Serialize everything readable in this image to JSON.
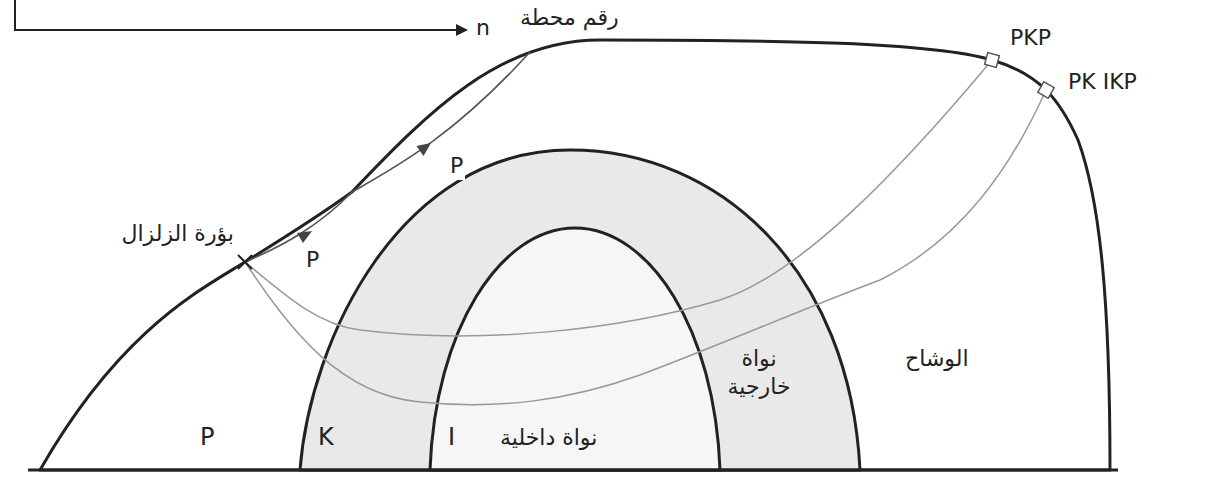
{
  "diagram": {
    "nodes": [
      {
        "text": [
          "P",
          "الوشاح"
        ]
      },
      {
        "text": [
          "K",
          "نواة خارجية"
        ],
        "in": 0
      },
      {
        "text": [
          "I",
          "نواة داخلية"
        ],
        "in": 1
      }
    ],
    "labels": [
      "n",
      "رقم محطة",
      "P",
      "PKP",
      "PK IKP",
      "P",
      "بؤرة الزلزال"
    ]
  }
}
